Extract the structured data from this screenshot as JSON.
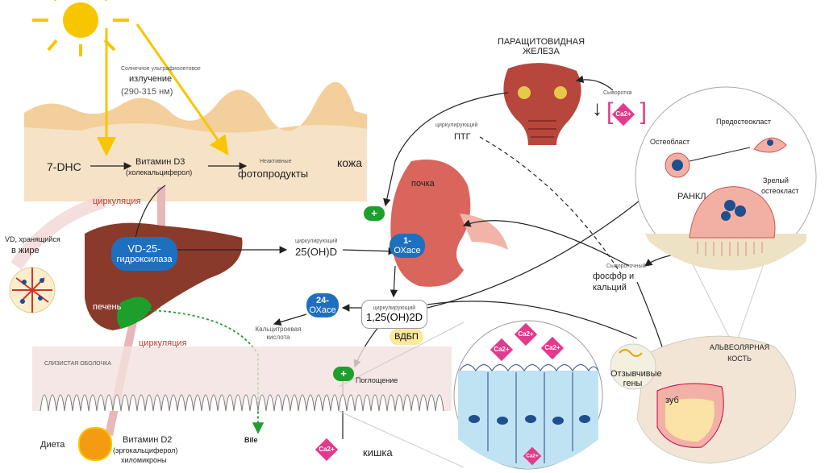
{
  "uv": {
    "caption_small": "Солнечное ультрафиолетовое",
    "caption": "излучение",
    "range": "(290-315 нм)"
  },
  "skin": {
    "precursor": "7-DHC",
    "vitamin_d3": "Витамин D3",
    "vitamin_d3_sub": "(холекальциферол)",
    "inactive_small": "Неактивные",
    "inactive": "фотопродукты",
    "label": "кожа"
  },
  "circulation_top": "циркуляция",
  "circulation_bottom": "циркуляция",
  "fat": {
    "label_small": "VD, хранящийся",
    "label": "в жире"
  },
  "liver": {
    "enzyme_line1": "VD-25-",
    "enzyme_line2": "гидроксилаза",
    "label": "печень"
  },
  "calcidiol": {
    "small": "циркулирующий",
    "label": "25(OH)D"
  },
  "kidney": {
    "label": "почка",
    "enzyme_line1": "1-",
    "enzyme_line2": "ОХасе"
  },
  "parathyroid": {
    "line1": "ПАРАЩИТОВИДНАЯ",
    "line2": "ЖЕЛЕЗА"
  },
  "serum": {
    "label": "Сыворотка",
    "ion": "Ca2+",
    "arrow": "↓"
  },
  "pth": {
    "small": "циркулирующий",
    "label": "ПТГ"
  },
  "plus_signs": [
    "+",
    "+"
  ],
  "hydroxylase24": {
    "line1": "24-",
    "line2": "ОХасе"
  },
  "calcitroic": {
    "line1": "Кальцитроевая",
    "line2": "кислота"
  },
  "calcitriol": {
    "small": "циркулирующий",
    "label": "1,25(OH)2D"
  },
  "vdbp": "ВДБП",
  "absorption": "Поглощение",
  "mucosa": "СЛИЗИСТАЯ ОБОЛОЧКА",
  "diet": "Диета",
  "vitamin_d2": {
    "label": "Витамин D2",
    "sub1": "(эргокальциферол)",
    "sub2": "хиломикроны"
  },
  "bile": "Bile",
  "intestine": "кишка",
  "ca_ion": "Ca2+",
  "serum_pc": {
    "small": "Сывороточный",
    "line1": "фосфор и",
    "line2": "кальций"
  },
  "bone": {
    "osteoblast": "Остеобласт",
    "preosteoclast": "Предостеокласт",
    "mature_line1": "Зрелый",
    "mature_line2": "остеокласт",
    "rankl": "РАНКЛ"
  },
  "responsive_genes": {
    "line1": "Отзывчивые",
    "line2": "гены"
  },
  "alveolar_bone": {
    "line1": "АЛЬВЕОЛЯРНАЯ",
    "line2": "КОСТЬ"
  },
  "tooth": "зуб",
  "colors": {
    "enzyme_blue": "#1f6fbf",
    "plus_green": "#1e9e2a",
    "calcium_pink": "#e23a8c",
    "liver_brown": "#8a3a2a",
    "kidney_red": "#d9655c",
    "sun_yellow": "#f7c600",
    "skin_peach": "#f6e2c6",
    "mucosa_pink": "#f1e1df"
  }
}
